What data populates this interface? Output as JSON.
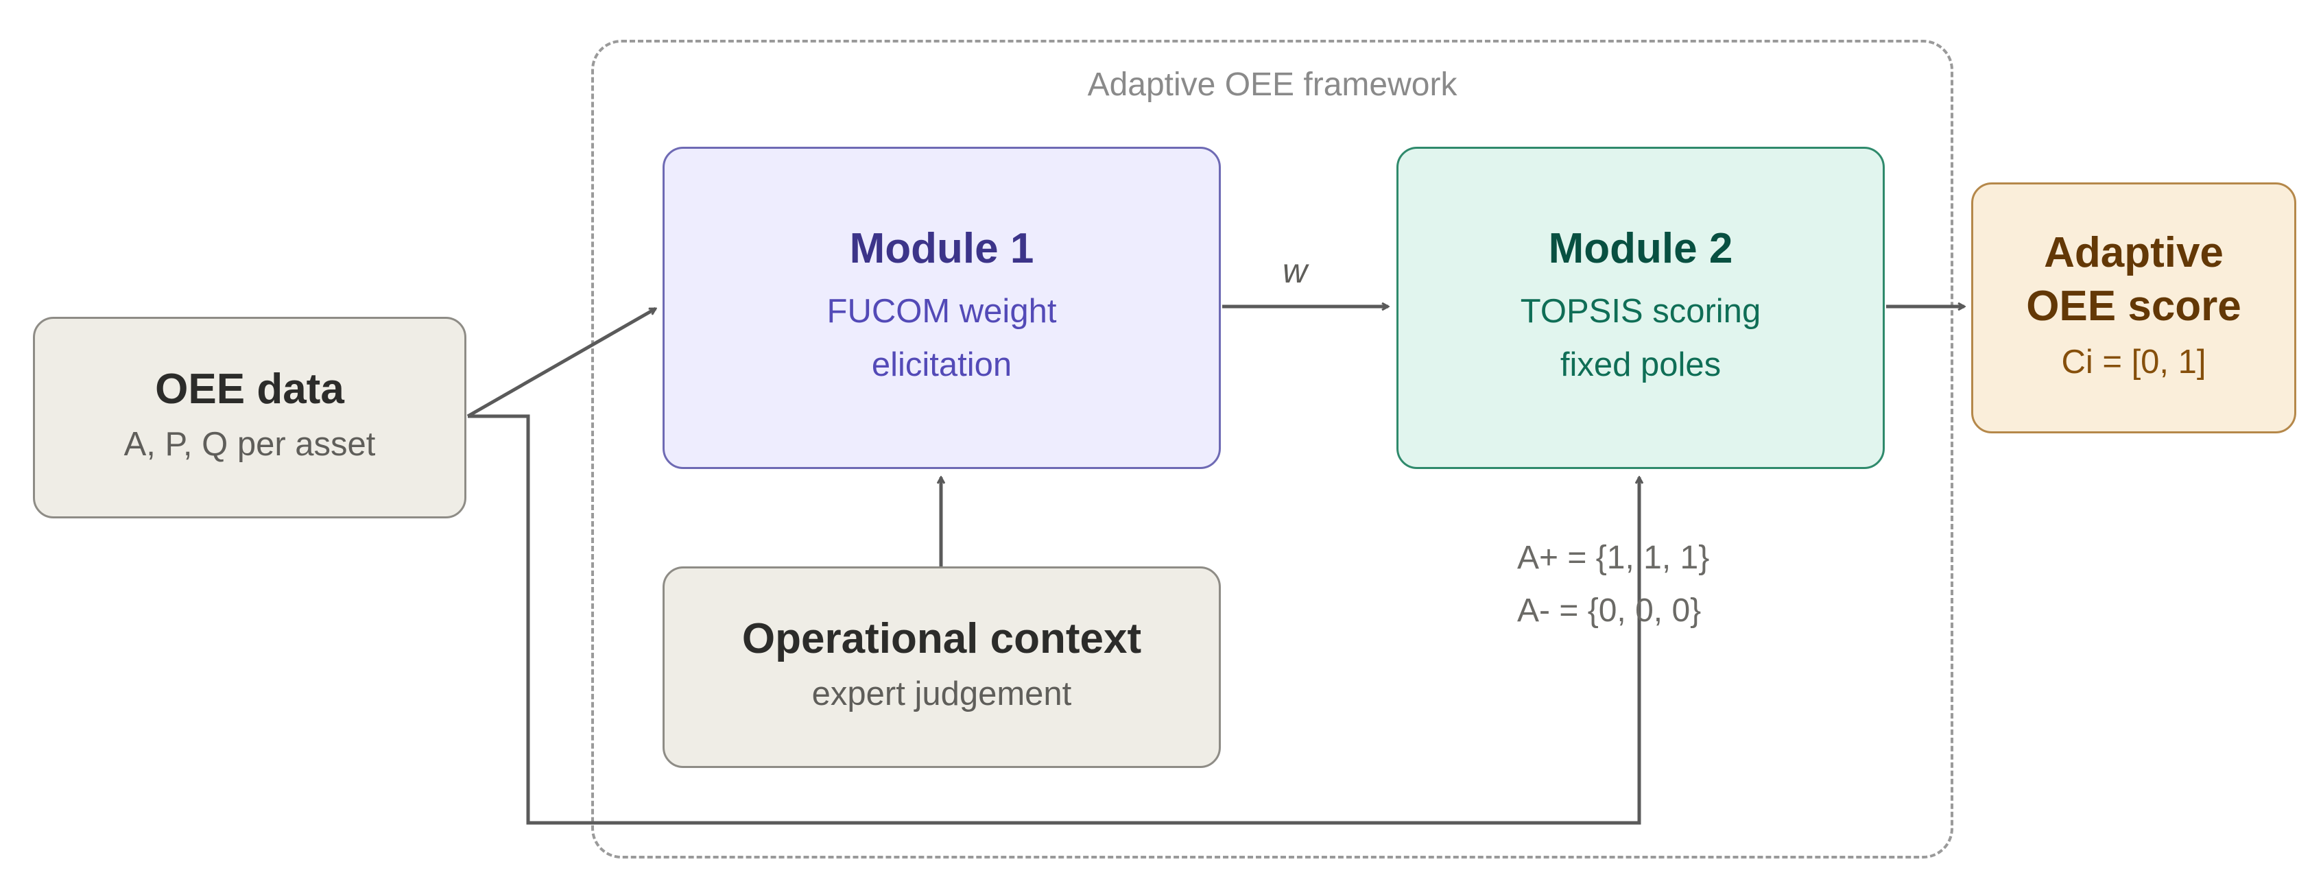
{
  "framework": {
    "label": "Adaptive OEE framework"
  },
  "oee_data": {
    "title": "OEE data",
    "subtitle": "A, P, Q per asset"
  },
  "module1": {
    "title": "Module 1",
    "line1": "FUCOM weight",
    "line2": "elicitation"
  },
  "operational_context": {
    "title": "Operational context",
    "subtitle": "expert judgement"
  },
  "module2": {
    "title": "Module 2",
    "line1": "TOPSIS scoring",
    "line2": "fixed poles"
  },
  "output": {
    "title_line1": "Adaptive",
    "title_line2": "OEE score",
    "subtitle": "Ci = [0, 1]"
  },
  "edge_label_w": "w",
  "poles": {
    "ideal": "A+ = {1, 1, 1}",
    "anti_ideal": "A- = {0, 0, 0}"
  },
  "colors": {
    "neutral_fill": "#efede6",
    "module1_fill": "#eeedfe",
    "module2_fill": "#e1f5ee",
    "output_fill": "#faeeda",
    "arrow": "#5a5a5a"
  }
}
